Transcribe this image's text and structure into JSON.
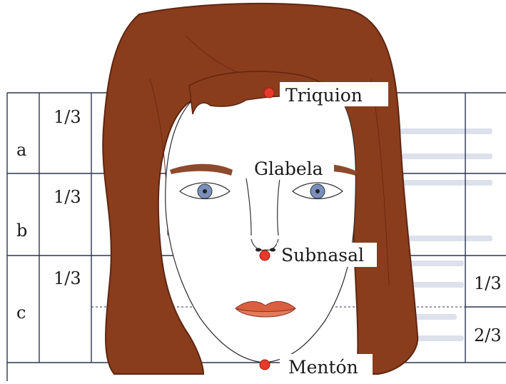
{
  "table": {
    "rows": [
      {
        "letter": "a",
        "fraction": "1/3"
      },
      {
        "letter": "b",
        "fraction": "1/3"
      },
      {
        "letter": "c",
        "fraction": "1/3"
      }
    ],
    "lower_third_split": {
      "upper": "1/3",
      "lower": "2/3"
    }
  },
  "landmarks": {
    "triquion": "Triquion",
    "glabela": "Glabela",
    "subnasal": "Subnasal",
    "menton": "Mentón"
  },
  "colors": {
    "hair": "#8a3d1c",
    "hair_outline": "#5e2611",
    "point": "#e8392a",
    "lips": "#d9603e",
    "brow": "#8e4a2c",
    "iris": "#7b8fbd",
    "grid": "#2c3552",
    "background_text": "#c9cfe0"
  }
}
